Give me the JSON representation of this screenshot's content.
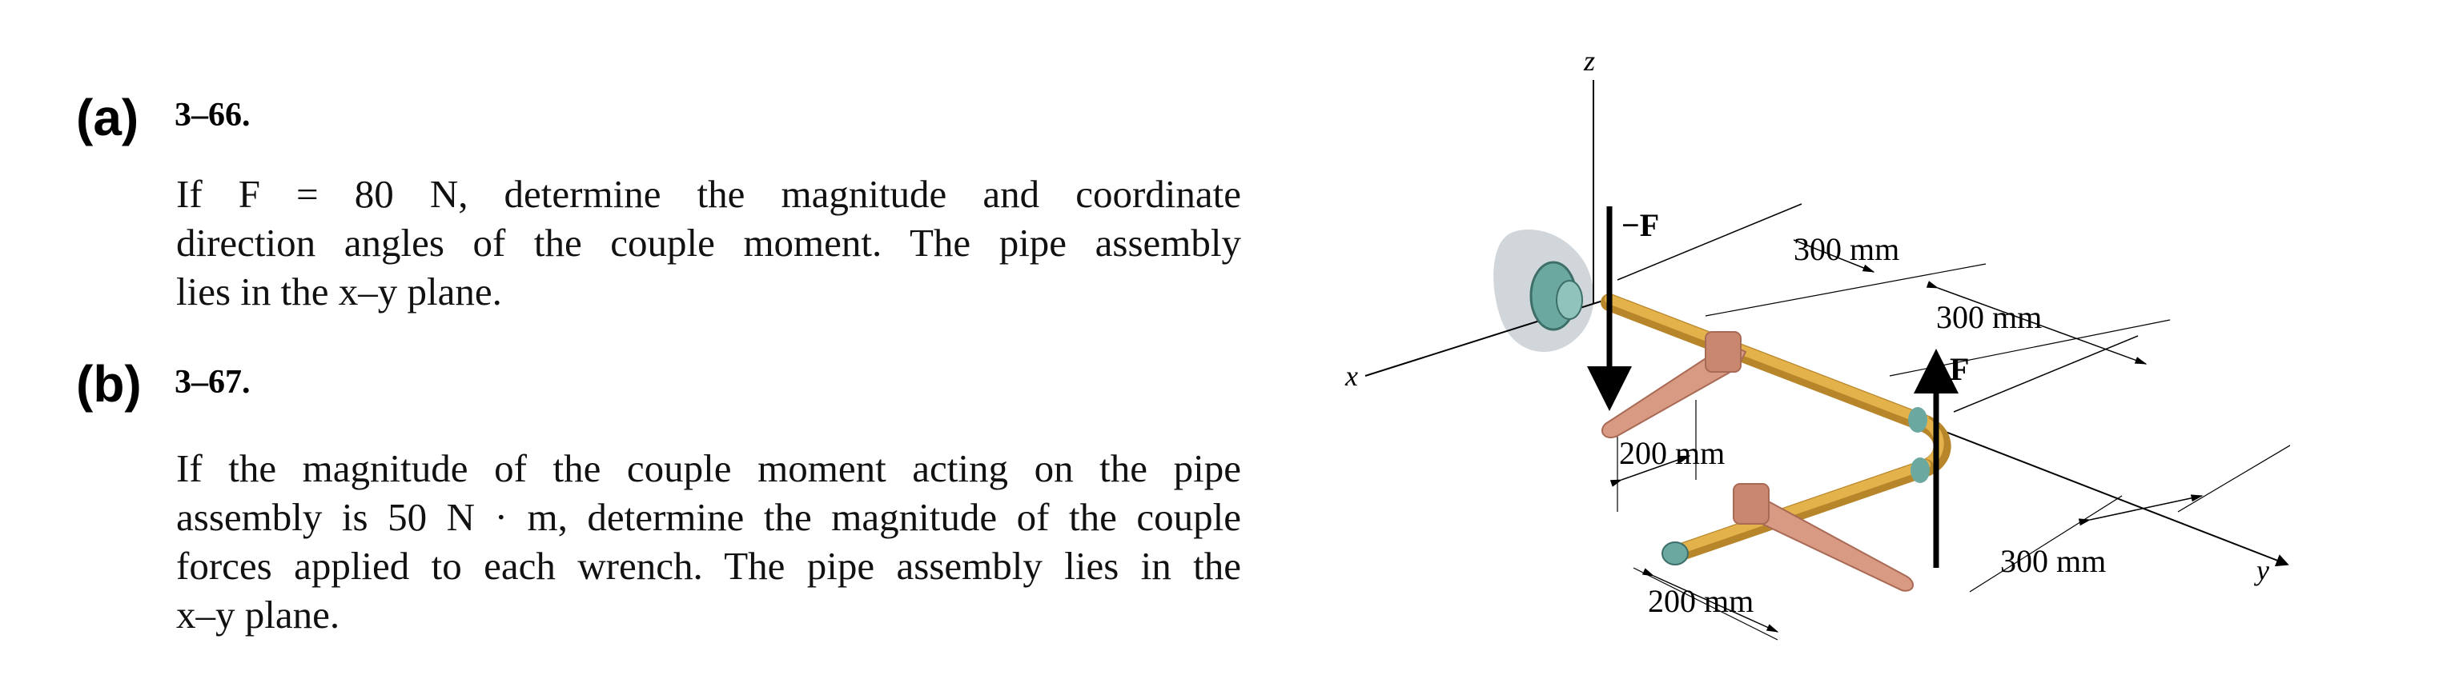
{
  "problem_a": {
    "letter": "(a)",
    "number": "3–66.",
    "lines": [
      "If F = 80 N, determine the magnitude and coordinate",
      "direction angles of the couple moment. The pipe assembly",
      "lies in the x–y plane."
    ]
  },
  "problem_b": {
    "letter": "(b)",
    "number": "3–67.",
    "lines": [
      "If the magnitude of the couple moment acting on the pipe",
      "assembly is 50 N · m, determine the magnitude of the couple",
      "forces applied to each wrench. The pipe assembly lies in the",
      "x–y plane."
    ]
  },
  "figure": {
    "axis_z": "z",
    "axis_x": "x",
    "axis_y": "y",
    "force_neg": "−F",
    "force_pos": "F",
    "dim_300_top": "300 mm",
    "dim_300_mid": "300 mm",
    "dim_300_bottom": "300 mm",
    "dim_200_upper": "200 mm",
    "dim_200_lower": "200 mm",
    "colors": {
      "pipe": "#e3b24a",
      "pipe_dark": "#b8862a",
      "wrench": "#d89a82",
      "wrench_dark": "#a86a55",
      "flange": "#6aa8a0",
      "wall_shadow": "#c8cfd4"
    }
  }
}
